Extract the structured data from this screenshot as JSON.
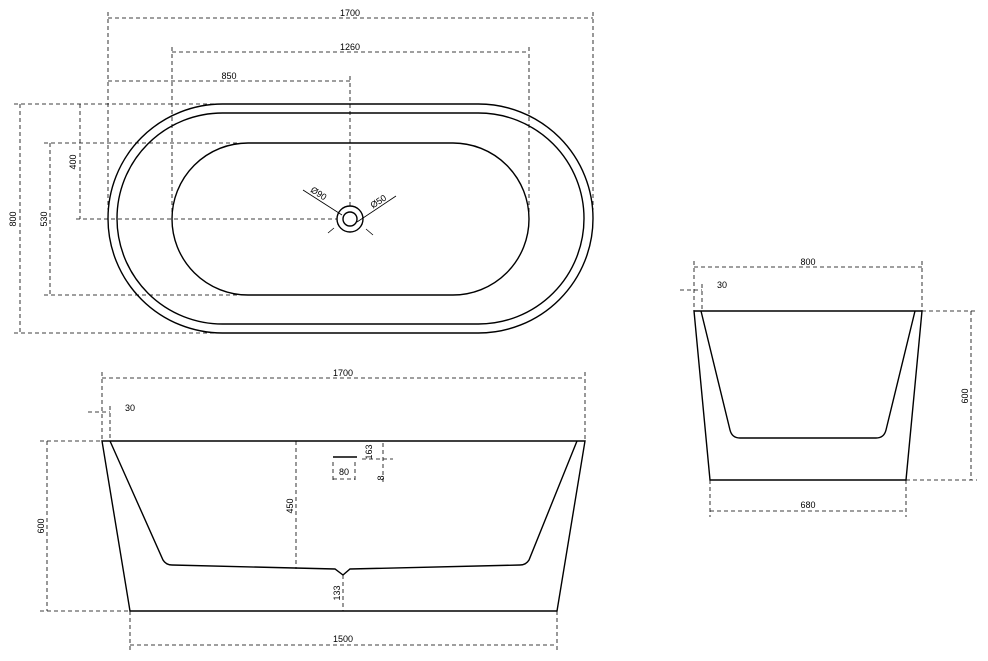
{
  "drawing": {
    "top_view": {
      "length": "1700",
      "inner_length": "1260",
      "drain_offset": "850",
      "width": "800",
      "inner_width": "530",
      "drain_from_side": "400",
      "drain_outer_dia": "Ø90",
      "drain_inner_dia": "Ø50"
    },
    "side_view": {
      "length": "1700",
      "rim": "30",
      "height": "600",
      "inner_depth": "450",
      "base_length": "1500",
      "drain_height": "133",
      "overflow_width": "80",
      "overflow_offset": "163",
      "overflow_thickness": "8"
    },
    "end_view": {
      "width": "800",
      "rim": "30",
      "height": "600",
      "base_width": "680"
    }
  }
}
